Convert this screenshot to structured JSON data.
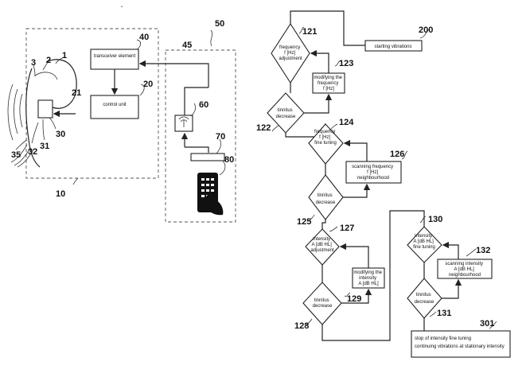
{
  "top_mark": "\"",
  "left": {
    "transceiver": "transceiver element",
    "control_unit": "control unit",
    "refs": {
      "r1": "1",
      "r2": "2",
      "r3": "3",
      "r10": "10",
      "r20": "20",
      "r21": "21",
      "r30": "30",
      "r31": "31",
      "r32": "32",
      "r35": "35",
      "r40": "40",
      "r45": "45",
      "r50": "50",
      "r60": "60",
      "r70": "70",
      "r80": "80"
    }
  },
  "flow": {
    "starting": "starting vibrations",
    "freq_adj": [
      "frequency",
      "f [Hz]",
      "adjustment"
    ],
    "mod_freq": [
      "modifying the",
      "frequency",
      "f [Hz]"
    ],
    "tinnitus_decrease": [
      "tinnitus",
      "decrease"
    ],
    "fine_tune": [
      "frequency",
      "f [Hz]",
      "fine tuning"
    ],
    "scan_freq": [
      "scanning frequency",
      "f [Hz]",
      "neighbourhood"
    ],
    "int_adj": [
      "intensity",
      "A [dB HL]",
      "adjustment"
    ],
    "mod_int": [
      "modifying the",
      "intensity",
      "A [dB HL]"
    ],
    "int_fine": [
      "intensity",
      "A [dB HL]",
      "fine tuning"
    ],
    "scan_int": [
      "scanning intensity",
      "A [dB HL]",
      "neighbourhood"
    ],
    "stop": [
      "stop of intensity fine tuning",
      "continuing vibrations at stationary intensity"
    ],
    "refs": {
      "r121": "121",
      "r122": "122",
      "r123": "123",
      "r124": "124",
      "r125": "125",
      "r126": "126",
      "r127": "127",
      "r128": "128",
      "r129": "129",
      "r130": "130",
      "r131": "131",
      "r132": "132",
      "r200": "200",
      "r301": "301"
    }
  }
}
